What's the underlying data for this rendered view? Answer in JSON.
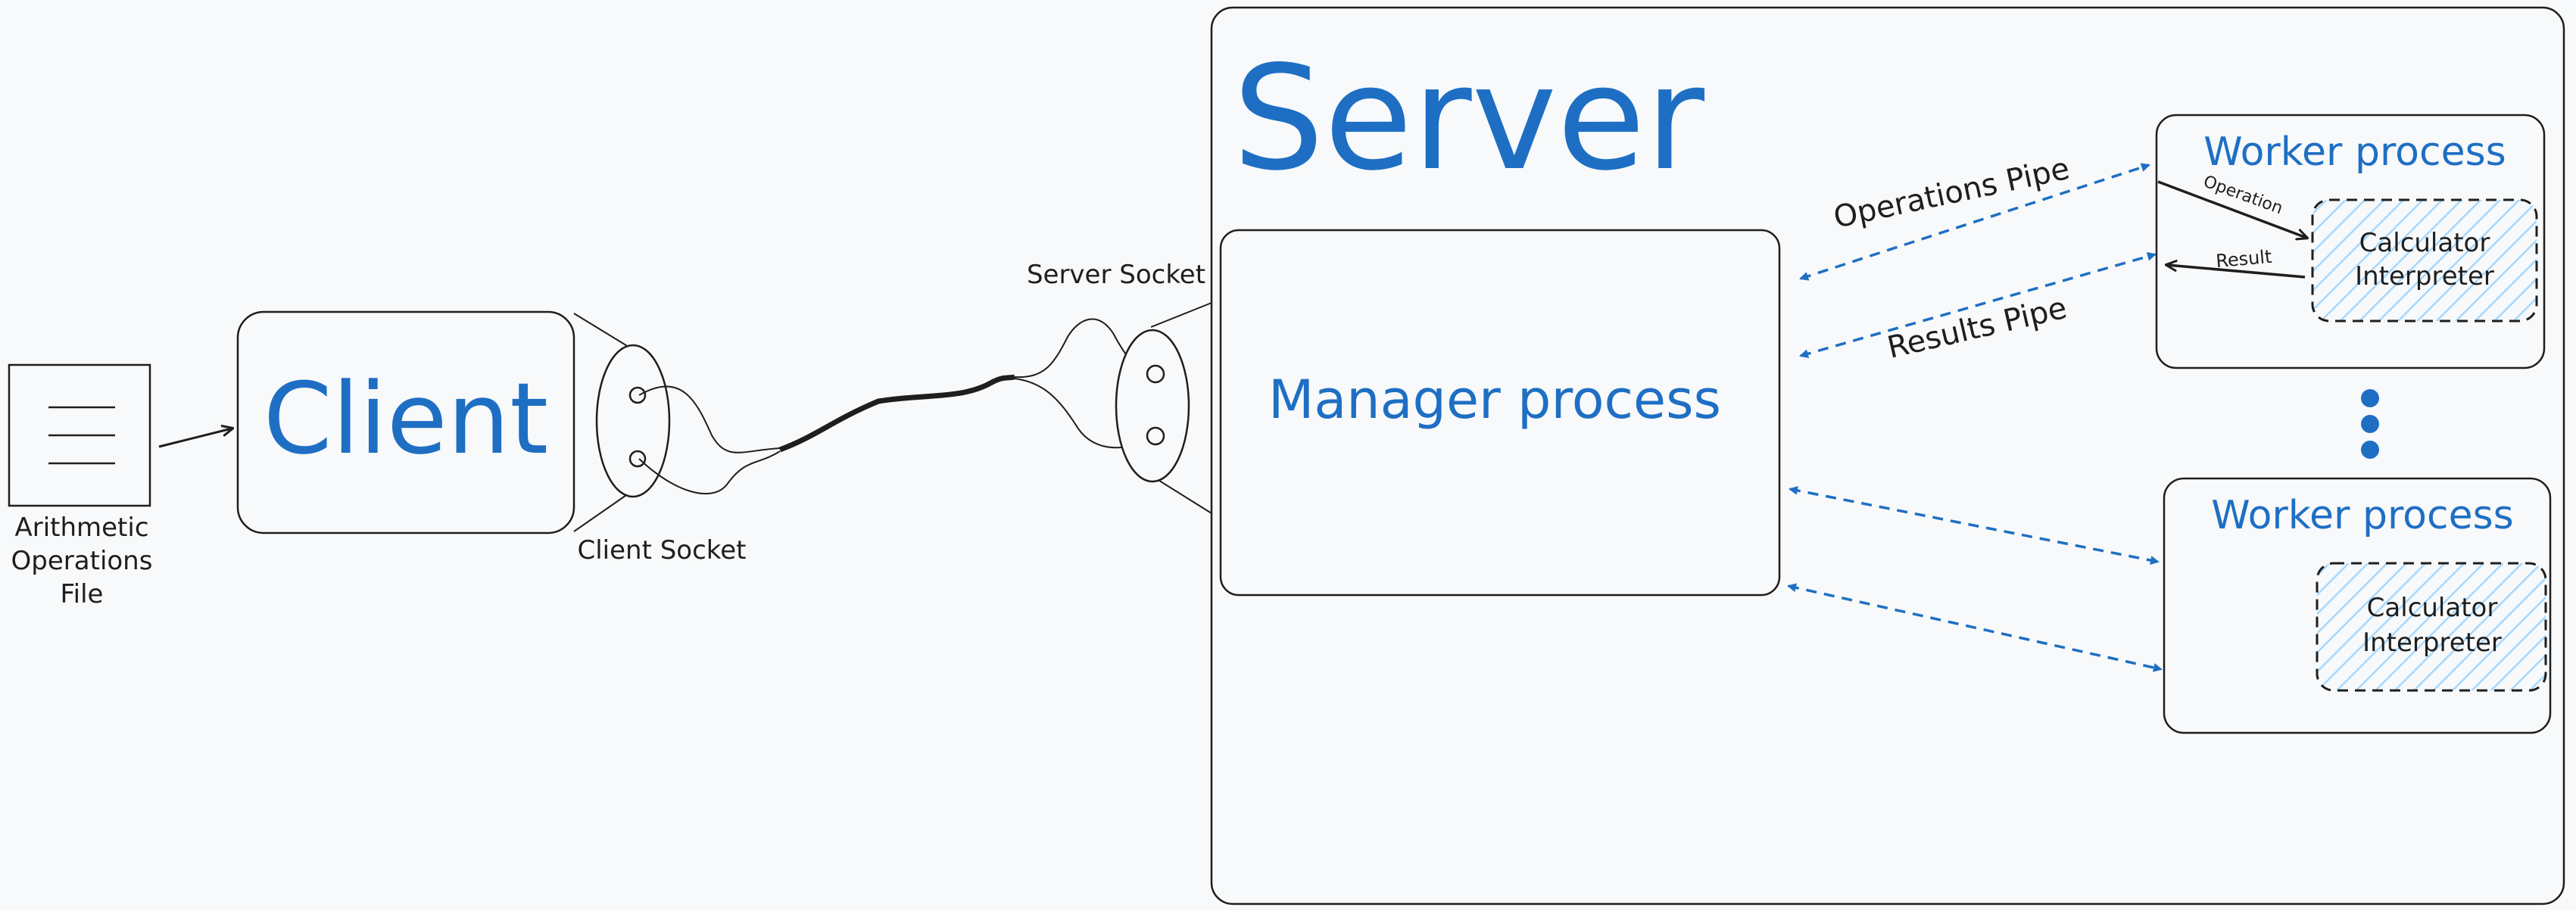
{
  "file": {
    "label_lines": [
      "Arithmetic",
      "Operations",
      "File"
    ]
  },
  "client": {
    "title": "Client",
    "socket_label": "Client Socket"
  },
  "server": {
    "title": "Server",
    "socket_label": "Server Socket",
    "manager_label": "Manager process",
    "operations_pipe_label": "Operations Pipe",
    "results_pipe_label": "Results Pipe",
    "workers": [
      {
        "title": "Worker process",
        "interpreter_lines": [
          "Calculator",
          "Interpreter"
        ],
        "operation_label": "Operation",
        "result_label": "Result"
      },
      {
        "title": "Worker process",
        "interpreter_lines": [
          "Calculator",
          "Interpreter"
        ]
      }
    ]
  },
  "colors": {
    "accent": "#1e6fc4",
    "ink": "#1e1e1e",
    "background": "#f8f9fa",
    "hatch": "#a5d8ff"
  }
}
